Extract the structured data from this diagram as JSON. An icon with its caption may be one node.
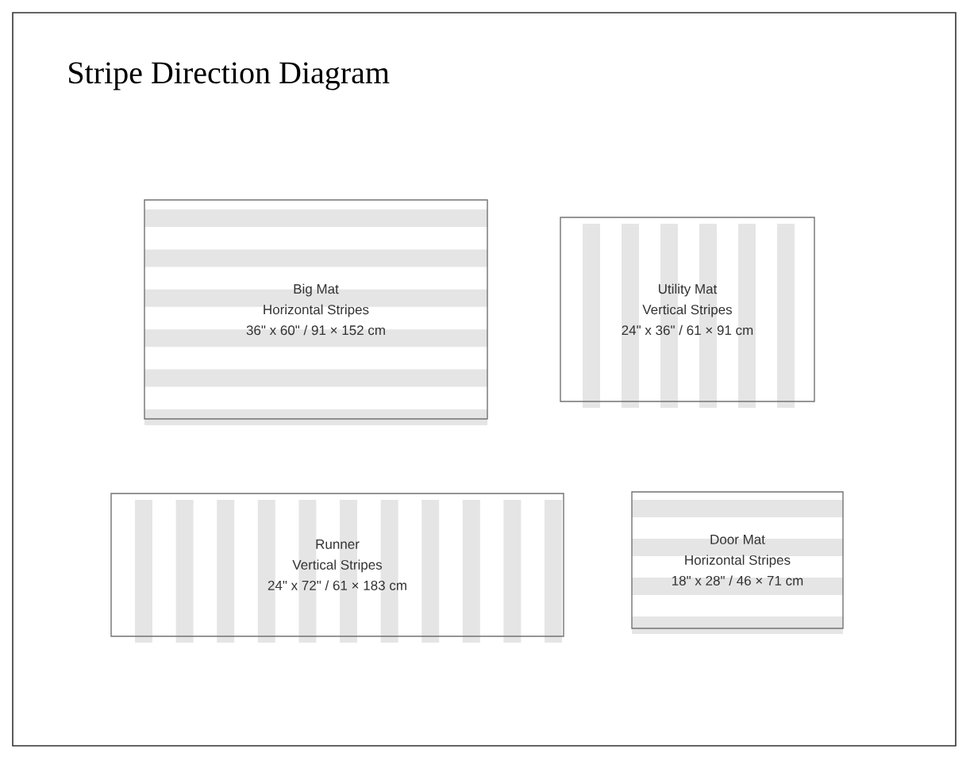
{
  "diagram": {
    "title": "Stripe Direction Diagram",
    "nodes": [
      {
        "text": [
          "Big Mat",
          "Horizontal Stripes",
          "36\" x 60\" / 91 × 152 cm"
        ]
      },
      {
        "text": [
          "Utility Mat",
          "Vertical Stripes",
          "24\" x 36\" / 61 × 91 cm"
        ]
      },
      {
        "text": [
          "Runner",
          "Vertical Stripes",
          "24\" x 72\" / 61 × 183 cm"
        ]
      },
      {
        "text": [
          "Door Mat",
          "Horizontal Stripes",
          "18\" x 28\" / 46 × 71 cm"
        ]
      }
    ]
  }
}
